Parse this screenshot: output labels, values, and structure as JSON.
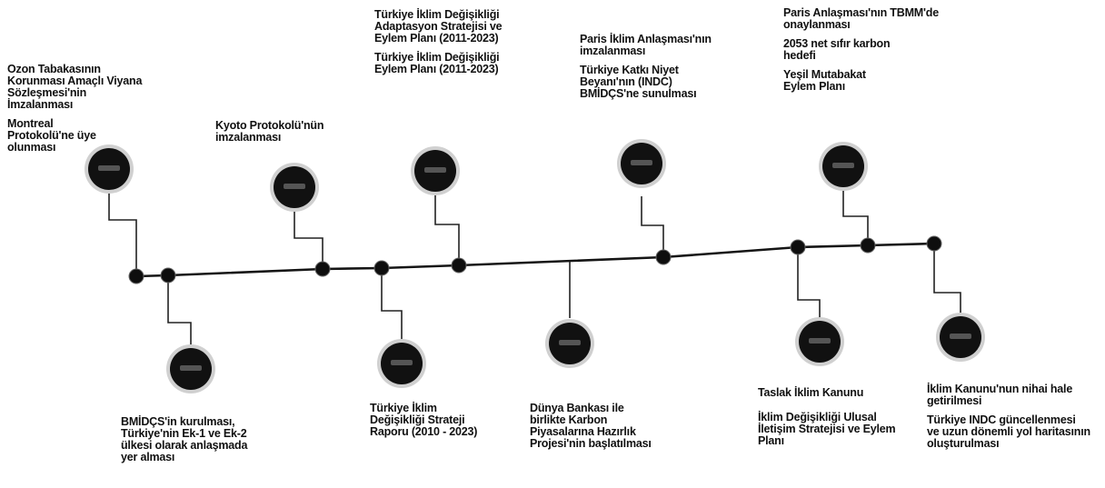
{
  "corner_fragment": "",
  "events": [
    {
      "id": "e1",
      "texts": [
        "Ozon Tabakasının Korunması Amaçlı Viyana Sözleşmesi'nin İmzalanması",
        "Montreal Protokolü'ne üye olunması"
      ]
    },
    {
      "id": "e2",
      "texts": [
        "BMİDÇS'in kurulması, Türkiye'nin Ek-1 ve Ek-2 ülkesi olarak anlaşmada yer alması"
      ]
    },
    {
      "id": "e3",
      "texts": [
        "Kyoto Protokolü'nün imzalanması"
      ]
    },
    {
      "id": "e4",
      "texts": [
        "Türkiye İklim Değişikliği Strateji Raporu (2010 - 2023)"
      ]
    },
    {
      "id": "e5",
      "texts": [
        "Türkiye İklim Değişikliği Adaptasyon Stratejisi ve Eylem Planı (2011-2023)",
        "Türkiye İklim Değişikliği Eylem Planı (2011-2023)"
      ]
    },
    {
      "id": "e6",
      "texts": [
        "Dünya Bankası ile birlikte Karbon Piyasalarına Hazırlık Projesi'nin başlatılması"
      ]
    },
    {
      "id": "e7",
      "texts": [
        "Paris İklim Anlaşması'nın imzalanması",
        "Türkiye Katkı Niyet Beyanı'nın (INDC) BMİDÇS'ne sunulması"
      ]
    },
    {
      "id": "e8",
      "texts": [
        "Taslak İklim Kanunu",
        "İklim Değişikliği Ulusal İletişim Stratejisi ve Eylem Planı"
      ]
    },
    {
      "id": "e9",
      "texts": [
        "Paris Anlaşması'nın TBMM'de onaylanması",
        "2053 net sıfır karbon hedefi",
        "Yeşil Mutabakat Eylem Planı"
      ]
    },
    {
      "id": "e10",
      "texts": [
        "İklim Kanunu'nun nihai hale getirilmesi",
        "Türkiye INDC güncellenmesi ve uzun dönemli yol haritasının oluşturulması"
      ]
    }
  ]
}
